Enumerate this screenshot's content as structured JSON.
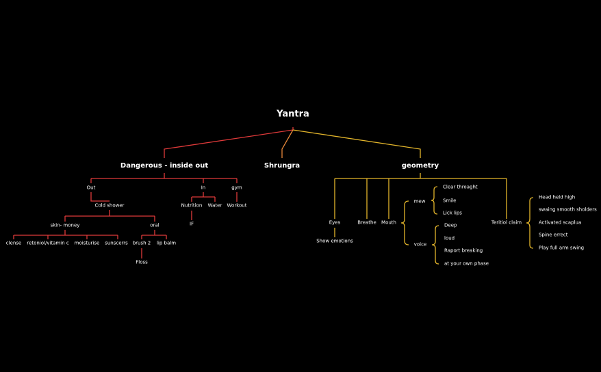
{
  "colors": {
    "background": "#000000",
    "text": "#ffffff",
    "red": "#e03a3a",
    "orange": "#e8883a",
    "yellow": "#e3b52b"
  },
  "root": "Yantra",
  "branches": {
    "dangerous": "Dangerous - inside out",
    "shrungra": "Shrungra",
    "geometry": "geometry"
  },
  "dangerous": {
    "out": "Out",
    "cold_shower": "Cold shower",
    "skin_money": "skin- money",
    "clense": "clense",
    "retoniol": "retoniol/vitamin c",
    "moisturise": "moisturise",
    "sunscerrs": "sunscerrs",
    "oral": "oral",
    "brush": "brush 2",
    "lip_balm": "lip balm",
    "floss": "Floss",
    "in": "In",
    "nutrition": "Nutrition",
    "water": "Water",
    "if": "IF",
    "gym": "gym",
    "workout": "Workout"
  },
  "geometry": {
    "eyes": "Eyes",
    "show_emotions": "Show emotions",
    "breathe": "Breathe",
    "mouth": "Mouth",
    "mew": "mew",
    "mew_items": [
      "Clear throaght",
      "Smile",
      "Lick lips"
    ],
    "voice": "voice",
    "voice_items": [
      "Deep",
      "loud",
      "Raport breaking",
      "at your own phase"
    ],
    "teritiol": "Teritiol claim",
    "teritiol_items": [
      "Head held high",
      "swaing smooth sholders",
      "Activated scaplua",
      "Spine errect",
      "Play full arm swing"
    ]
  }
}
